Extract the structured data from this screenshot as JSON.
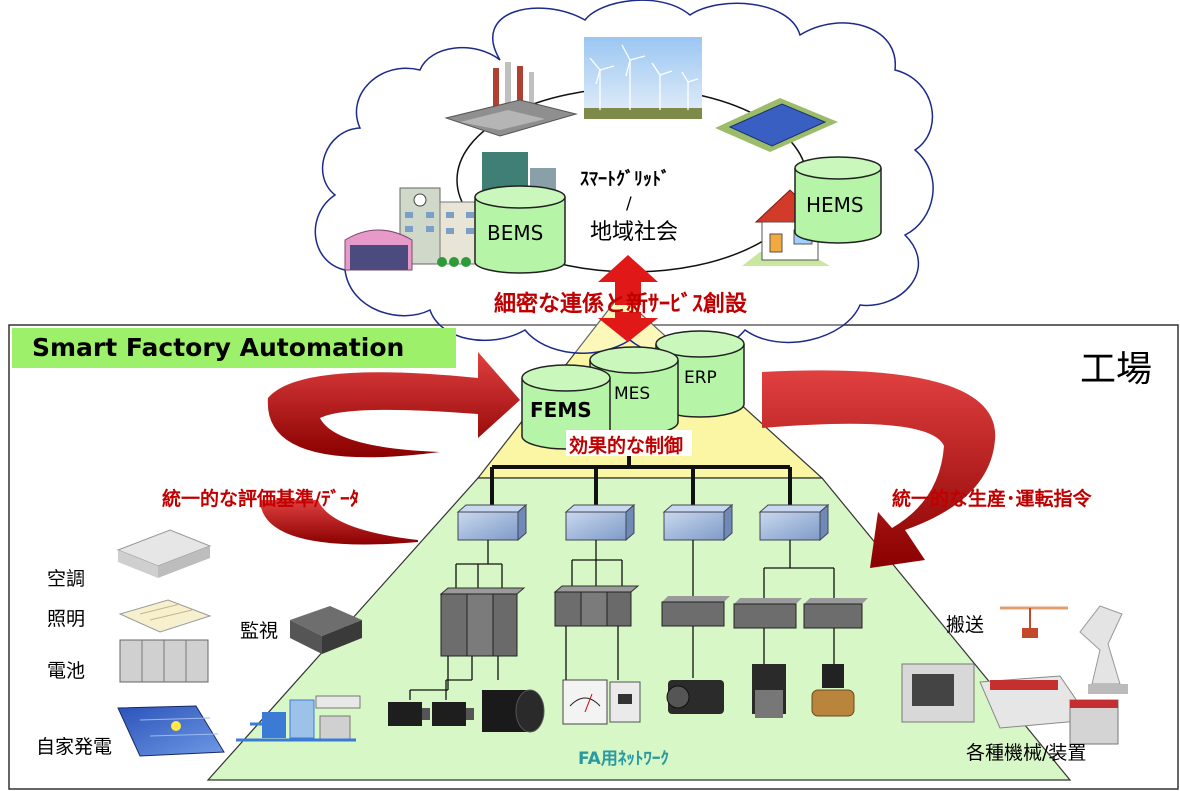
{
  "banner": "Smart Factory Automation",
  "factory_label": "工場",
  "cloud": {
    "title_line1": "ｽﾏｰﾄｸﾞﾘｯﾄﾞ",
    "title_line2": "/",
    "title_line3": "地域社会",
    "bems": "BEMS",
    "hems": "HEMS"
  },
  "link_label": "細密な連係と新ｻｰﾋﾞｽ創設",
  "systems": {
    "fems": "FEMS",
    "mes": "MES",
    "erp": "ERP"
  },
  "control_label": "効果的な制御",
  "left_flow_label": "統一的な評価基準/ﾃﾞｰﾀ",
  "right_flow_label": "統一的な生産･運転指令",
  "devices": {
    "aircon": "空調",
    "lighting": "照明",
    "battery": "電池",
    "power_gen": "自家発電",
    "monitoring": "監視",
    "transport": "搬送",
    "machines": "各種機械/装置"
  },
  "network_label": "FA用ﾈｯﾄﾜｰｸ",
  "colors": {
    "red_arrow": "#c00000",
    "cylinder": "#b6f5a8",
    "banner": "#9cf06a",
    "pyramid_top": "#fbf6a3",
    "pyramid_bottom": "#d8f7c6",
    "cloud_outline": "#1c2a8c",
    "network_text": "#2a9aa0"
  }
}
